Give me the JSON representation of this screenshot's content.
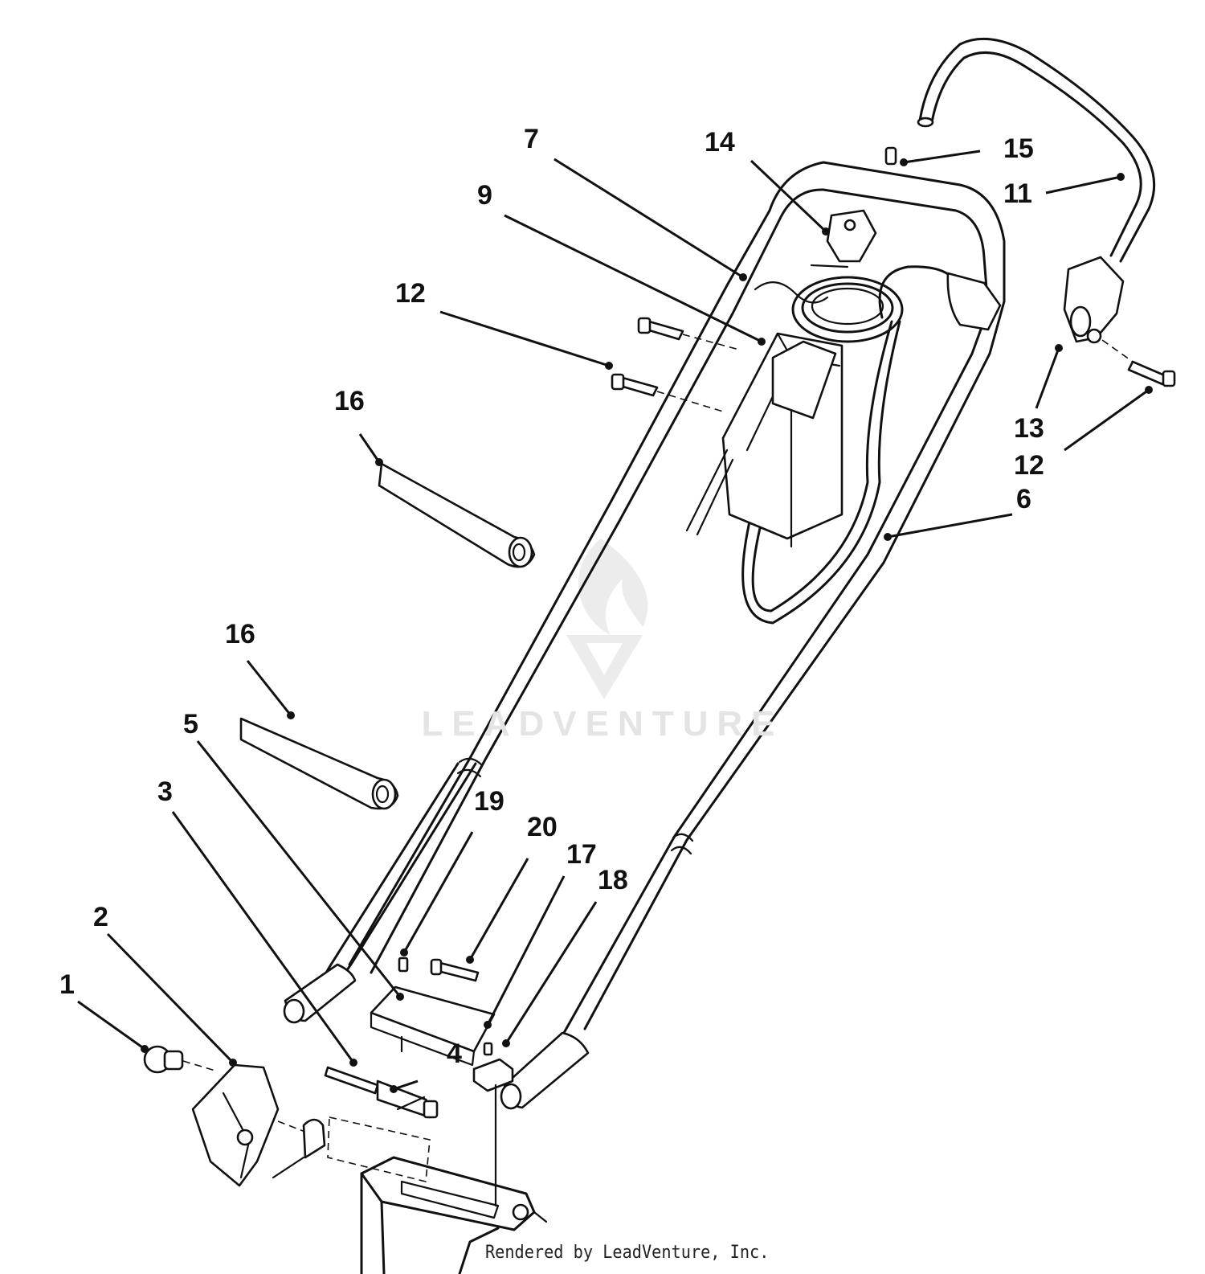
{
  "callouts": [
    {
      "label": "1"
    },
    {
      "label": "2"
    },
    {
      "label": "3"
    },
    {
      "label": "4"
    },
    {
      "label": "5"
    },
    {
      "label": "6"
    },
    {
      "label": "7"
    },
    {
      "label": "9"
    },
    {
      "label": "11"
    },
    {
      "label": "12"
    },
    {
      "label": "12"
    },
    {
      "label": "13"
    },
    {
      "label": "14"
    },
    {
      "label": "15"
    },
    {
      "label": "16"
    },
    {
      "label": "16"
    },
    {
      "label": "17"
    },
    {
      "label": "18"
    },
    {
      "label": "19"
    },
    {
      "label": "20"
    }
  ],
  "watermark": {
    "text": "LEADVENTURE"
  },
  "credit": {
    "text": "Rendered by LeadVenture, Inc."
  },
  "colors": {
    "ink": "#111111",
    "watermark": "#e4e4e4",
    "background": "#ffffff"
  }
}
